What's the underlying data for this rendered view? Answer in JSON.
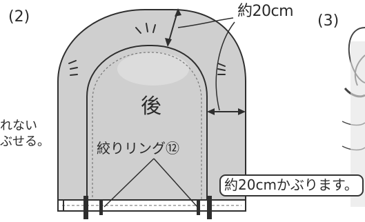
{
  "labels": {
    "step_2": "(2)",
    "step_3": "(3)",
    "measure_top": "約20cm",
    "back": "後",
    "ring": "絞りリング⑫",
    "note_partial_line1": "れない",
    "note_partial_line2": "ぶせる。",
    "measure_side_note": "約20cmかぶります。"
  },
  "colors": {
    "fabric_fill": "#cfcfcf",
    "outline": "#2e2e2e",
    "background": "#ffffff"
  }
}
